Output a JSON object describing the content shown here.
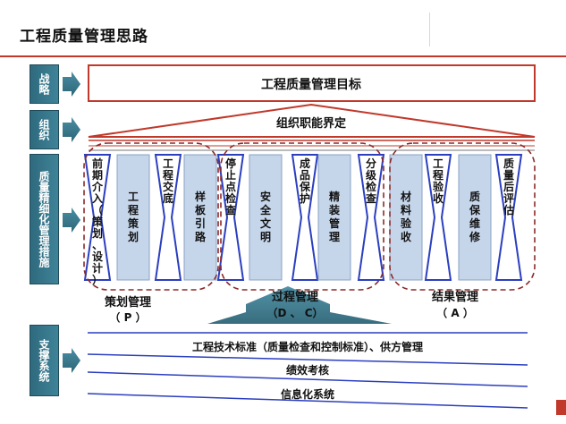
{
  "page_title": "工程质量管理思路",
  "side_labels": {
    "strategy": "战略",
    "organization": "组织",
    "refined": "质量精细化管理措施",
    "support": "支撑系统"
  },
  "goal_label": "工程质量管理目标",
  "org_label": "组织职能界定",
  "columns": [
    {
      "label": "前期介入（策划、设计）",
      "style": "spike"
    },
    {
      "label": "工程策划",
      "style": "box"
    },
    {
      "label": "工程交底",
      "style": "spike"
    },
    {
      "label": "样板引路",
      "style": "box"
    },
    {
      "label": "停止点检查",
      "style": "spike"
    },
    {
      "label": "安全文明",
      "style": "box"
    },
    {
      "label": "成品保护",
      "style": "spike"
    },
    {
      "label": "精装管理",
      "style": "box"
    },
    {
      "label": "分级检查",
      "style": "spike"
    },
    {
      "label": "材料验收",
      "style": "box"
    },
    {
      "label": "工程验收",
      "style": "spike"
    },
    {
      "label": "质保维修",
      "style": "box"
    },
    {
      "label": "质量后评估",
      "style": "spike"
    }
  ],
  "groups": [
    {
      "name": "策划管理",
      "code": "（ P ）"
    },
    {
      "name": "过程管理",
      "code": "（D 、 C）"
    },
    {
      "name": "结果管理",
      "code": "（ A ）"
    }
  ],
  "support_items": [
    "工程技术标准（质量检查和控制标准）、供方管理",
    "绩效考核",
    "信息化系统"
  ],
  "colors": {
    "side_fill": "#3a7d92",
    "accent_red": "#c0392b",
    "box_fill": "#c5d5ea",
    "spike_blue": "#2b3fbf",
    "dash_red": "#8b2a2a"
  }
}
